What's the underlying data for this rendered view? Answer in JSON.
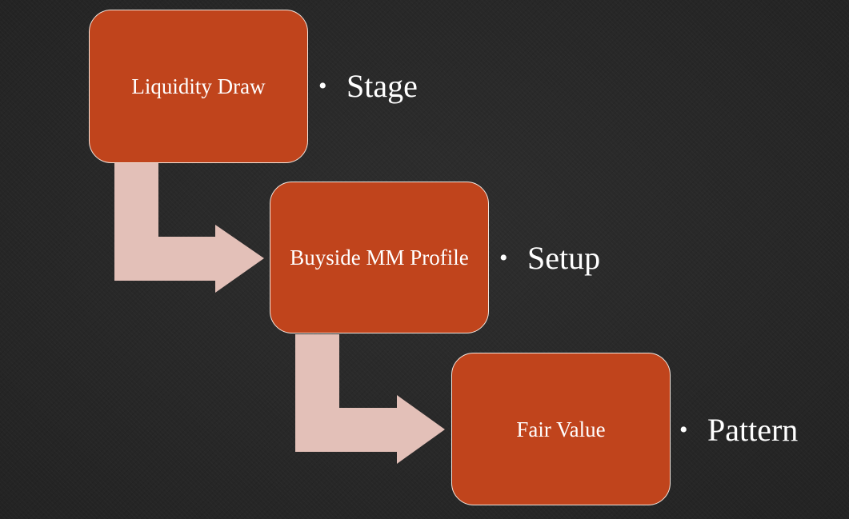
{
  "diagram": {
    "steps": [
      {
        "box_label": "Liquidity Draw",
        "bullet_text": "Stage"
      },
      {
        "box_label": "Buyside MM Profile",
        "bullet_text": "Setup"
      },
      {
        "box_label": "Fair Value",
        "bullet_text": "Pattern"
      }
    ],
    "bullet_symbol": "•"
  },
  "colors": {
    "background": "#272727",
    "box_fill": "#c0441c",
    "box_border": "#f2e6de",
    "arrow_fill": "#e3c0b8",
    "text": "#ffffff"
  }
}
